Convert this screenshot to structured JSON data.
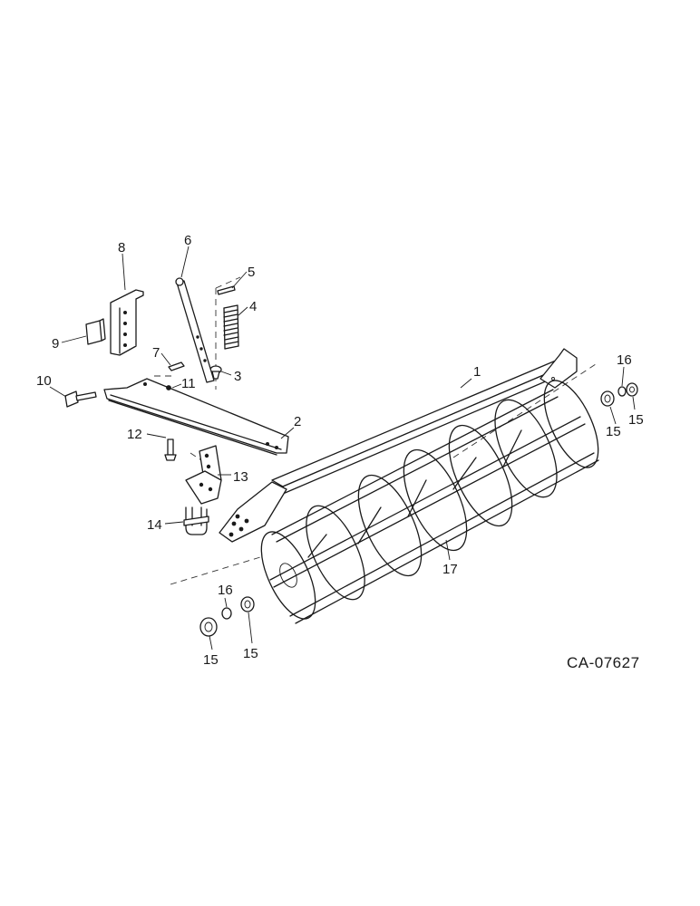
{
  "figure_code": "CA-07627",
  "callouts": [
    {
      "id": "c1",
      "text": "1"
    },
    {
      "id": "c2",
      "text": "2"
    },
    {
      "id": "c3",
      "text": "3"
    },
    {
      "id": "c4",
      "text": "4"
    },
    {
      "id": "c5",
      "text": "5"
    },
    {
      "id": "c6",
      "text": "6"
    },
    {
      "id": "c7",
      "text": "7"
    },
    {
      "id": "c8",
      "text": "8"
    },
    {
      "id": "c9",
      "text": "9"
    },
    {
      "id": "c10",
      "text": "10"
    },
    {
      "id": "c11",
      "text": "11"
    },
    {
      "id": "c12",
      "text": "12"
    },
    {
      "id": "c13",
      "text": "13"
    },
    {
      "id": "c14",
      "text": "14"
    },
    {
      "id": "c15a",
      "text": "15"
    },
    {
      "id": "c15b",
      "text": "15"
    },
    {
      "id": "c15c",
      "text": "15"
    },
    {
      "id": "c15d",
      "text": "15"
    },
    {
      "id": "c16a",
      "text": "16"
    },
    {
      "id": "c16b",
      "text": "16"
    },
    {
      "id": "c17",
      "text": "17"
    }
  ]
}
